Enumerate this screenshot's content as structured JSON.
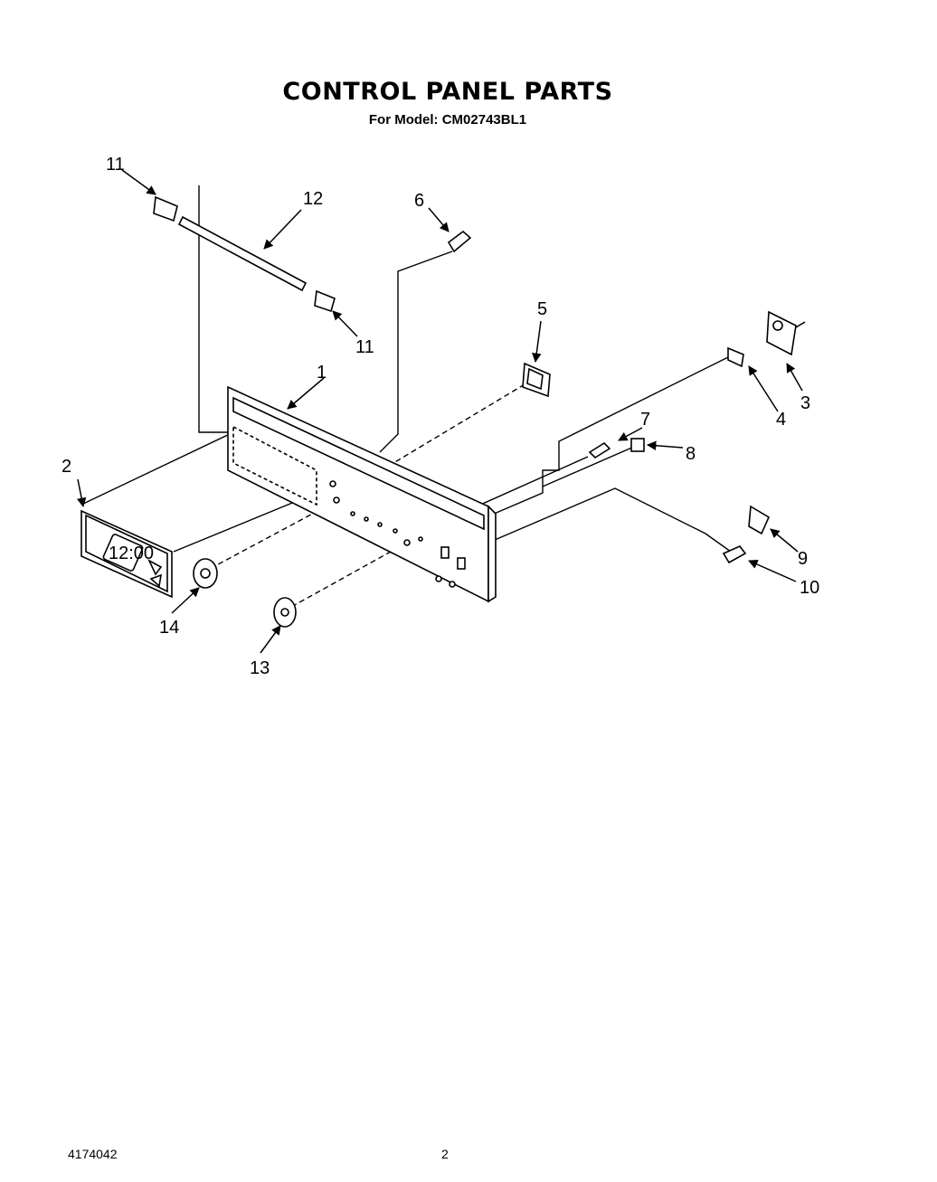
{
  "header": {
    "title": "CONTROL PANEL PARTS",
    "subtitle": "For Model: CM02743BL1"
  },
  "digital_display_text": "12:00",
  "callouts": [
    "1",
    "2",
    "3",
    "4",
    "5",
    "6",
    "7",
    "8",
    "9",
    "10",
    "11",
    "11",
    "12",
    "13",
    "14"
  ],
  "footer": {
    "doc_number": "4174042",
    "page_number": "2"
  }
}
